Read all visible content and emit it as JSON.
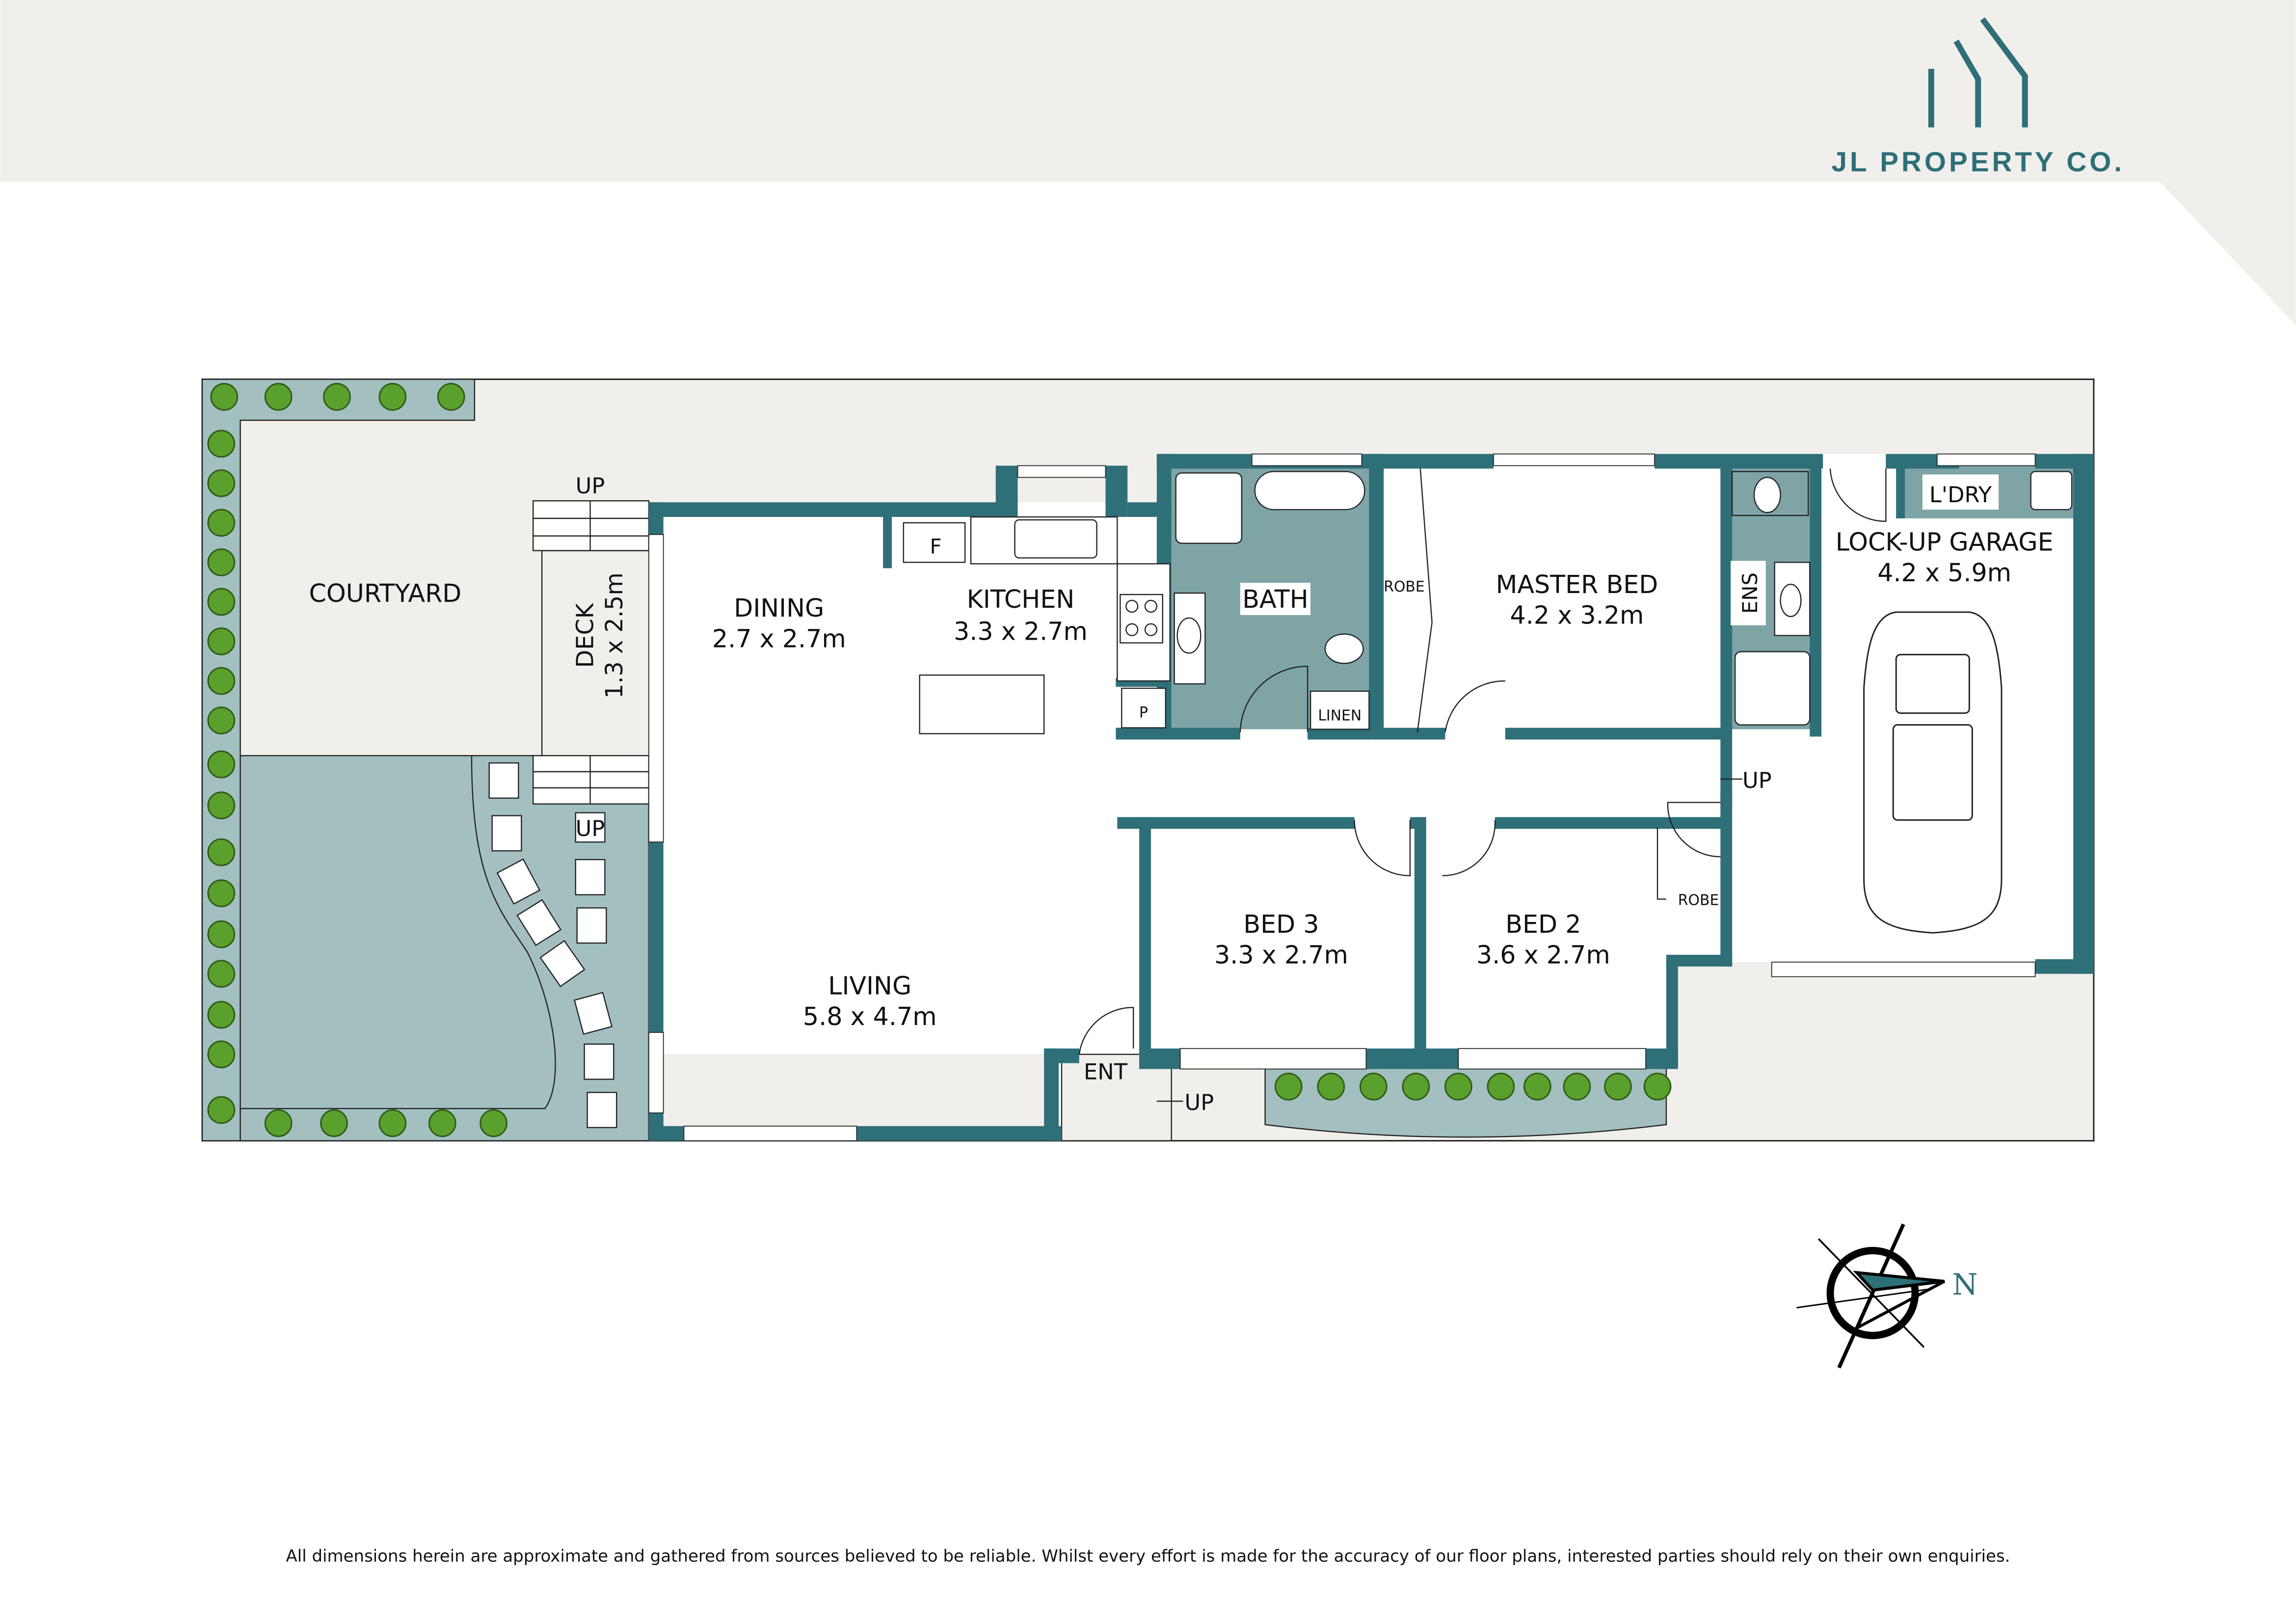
{
  "brand": {
    "name": "JL PROPERTY CO.",
    "logo_icon": "building-lines-logo-icon",
    "accent_color": "#2e6f78"
  },
  "colors": {
    "wall": "#2e6f78",
    "wet_area": "#7ea4a6",
    "garden": "#a3bfc0",
    "outdoor_paving": "#f0efeb",
    "header_band": "#f0efeb"
  },
  "rooms": {
    "courtyard": {
      "name": "COURTYARD"
    },
    "deck": {
      "name": "DECK",
      "size": "1.3 x 2.5m"
    },
    "dining": {
      "name": "DINING",
      "size": "2.7 x 2.7m"
    },
    "kitchen": {
      "name": "KITCHEN",
      "size": "3.3 x 2.7m"
    },
    "bath": {
      "name": "BATH"
    },
    "master_bed": {
      "name": "MASTER BED",
      "size": "4.2 x 3.2m"
    },
    "ensuite": {
      "name": "ENS"
    },
    "laundry": {
      "name": "L'DRY"
    },
    "garage": {
      "name": "LOCK-UP GARAGE",
      "size": "4.2 x 5.9m"
    },
    "living": {
      "name": "LIVING",
      "size": "5.8 x 4.7m"
    },
    "bed3": {
      "name": "BED 3",
      "size": "3.3 x 2.7m"
    },
    "bed2": {
      "name": "BED 2",
      "size": "3.6 x 2.7m"
    },
    "entry": {
      "name": "ENT"
    }
  },
  "fixtures": {
    "fridge": "F",
    "pantry": "P",
    "linen": "LINEN",
    "robe_master": "ROBE",
    "robe_bed2": "ROBE"
  },
  "stairs": {
    "deck_top": "UP",
    "deck_bottom": "UP",
    "garage": "UP",
    "entry": "UP"
  },
  "compass": {
    "label": "N"
  },
  "disclaimer": "All dimensions herein are approximate and gathered from sources believed to be reliable. Whilst every effort is made for the accuracy of our floor plans, interested parties should rely on their own enquiries."
}
